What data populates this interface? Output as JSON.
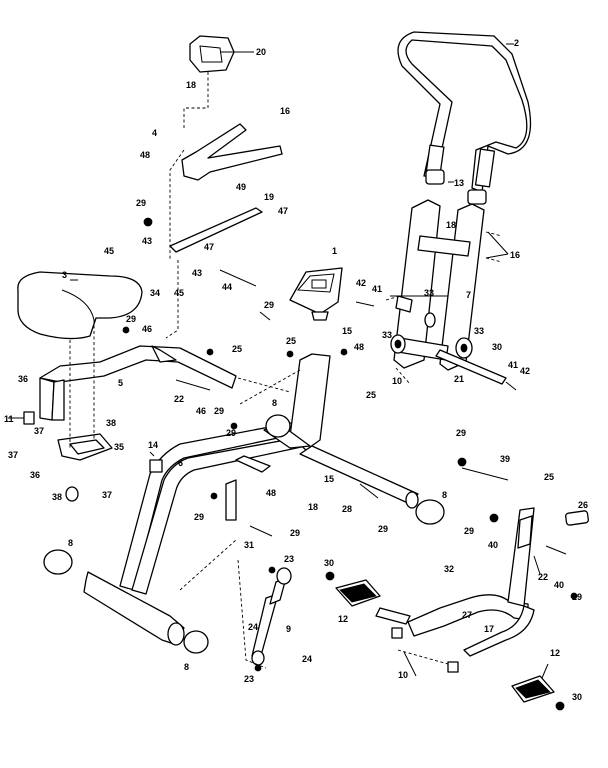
{
  "callouts": [
    "1",
    "2",
    "3",
    "4",
    "5",
    "6",
    "7",
    "8",
    "9",
    "10",
    "11",
    "12",
    "13",
    "14",
    "15",
    "16",
    "17",
    "18",
    "19",
    "20",
    "21",
    "22",
    "23",
    "24",
    "25",
    "26",
    "27",
    "28",
    "29",
    "30",
    "31",
    "32",
    "33",
    "34",
    "35",
    "36",
    "37",
    "38",
    "39",
    "40",
    "41",
    "42",
    "43",
    "44",
    "45",
    "46",
    "47",
    "48",
    "49"
  ],
  "part_names": {
    "console": "console-part",
    "handlebar": "handlebar-part",
    "seat": "seat-part",
    "seat_post": "seat-post-part",
    "frame": "frame-part",
    "upright": "upright-part",
    "shock": "shock-part",
    "pedal_arm": "pedal-arm-part",
    "pedals": "pedal-part"
  },
  "colors": {
    "ink": "#000000",
    "paper": "#ffffff"
  }
}
